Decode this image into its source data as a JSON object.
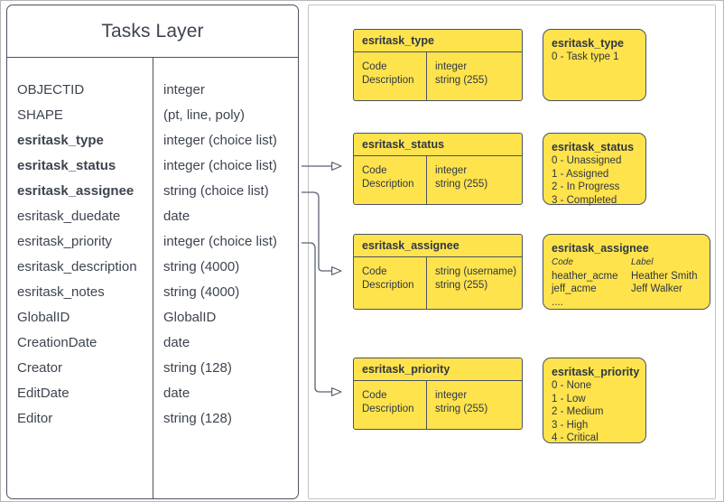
{
  "entity": {
    "title": "Tasks Layer",
    "columns": [
      "field",
      "type"
    ],
    "fields": [
      {
        "name": "OBJECTID",
        "type": "integer",
        "key": false
      },
      {
        "name": "SHAPE",
        "type": "(pt, line, poly)",
        "key": false
      },
      {
        "name": "esritask_type",
        "type": "integer (choice list)",
        "key": true
      },
      {
        "name": "esritask_status",
        "type": "integer (choice list)",
        "key": true
      },
      {
        "name": "esritask_assignee",
        "type": "string (choice list)",
        "key": true
      },
      {
        "name": "esritask_duedate",
        "type": "date",
        "key": false
      },
      {
        "name": "esritask_priority",
        "type": "integer (choice list)",
        "key": false
      },
      {
        "name": "esritask_description",
        "type": "string (4000)",
        "key": false
      },
      {
        "name": "esritask_notes",
        "type": "string (4000)",
        "key": false
      },
      {
        "name": "GlobalID",
        "type": "GlobalID",
        "key": false
      },
      {
        "name": "CreationDate",
        "type": "date",
        "key": false
      },
      {
        "name": "Creator",
        "type": "string (128)",
        "key": false
      },
      {
        "name": "EditDate",
        "type": "date",
        "key": false
      },
      {
        "name": "Editor",
        "type": "string (128)",
        "key": false
      }
    ]
  },
  "domains": [
    {
      "id": "type",
      "title": "esritask_type",
      "left_col": "Code\nDescription",
      "right_col": "integer\nstring (255)"
    },
    {
      "id": "status",
      "title": "esritask_status",
      "left_col": "Code\nDescription",
      "right_col": "integer\nstring (255)"
    },
    {
      "id": "assignee",
      "title": "esritask_assignee",
      "left_col": "Code\nDescription",
      "right_col": "string  (username)\nstring (255)"
    },
    {
      "id": "priority",
      "title": "esritask_priority",
      "left_col": "Code\nDescription",
      "right_col": "integer\nstring (255)"
    }
  ],
  "value_lists": {
    "type": {
      "title": "esritask_type",
      "values": "0 - Task type 1"
    },
    "status": {
      "title": "esritask_status",
      "values": "0 - Unassigned\n1 - Assigned\n2 - In Progress\n3 - Completed"
    },
    "assignee": {
      "title": "esritask_assignee",
      "header_code": "Code",
      "header_label": "Label",
      "rows": [
        {
          "code": "heather_acme",
          "label": "Heather Smith"
        },
        {
          "code": "jeff_acme",
          "label": "Jeff Walker"
        },
        {
          "code": "....",
          "label": ""
        }
      ]
    },
    "priority": {
      "title": "esritask_priority",
      "values": "0 - None\n1 - Low\n2 - Medium\n3 - High\n4 - Critical"
    }
  },
  "colors": {
    "domain_fill": "#ffe34d",
    "stroke": "#4a5260",
    "panel_border": "#c4c4c4",
    "text": "#3d4450"
  }
}
